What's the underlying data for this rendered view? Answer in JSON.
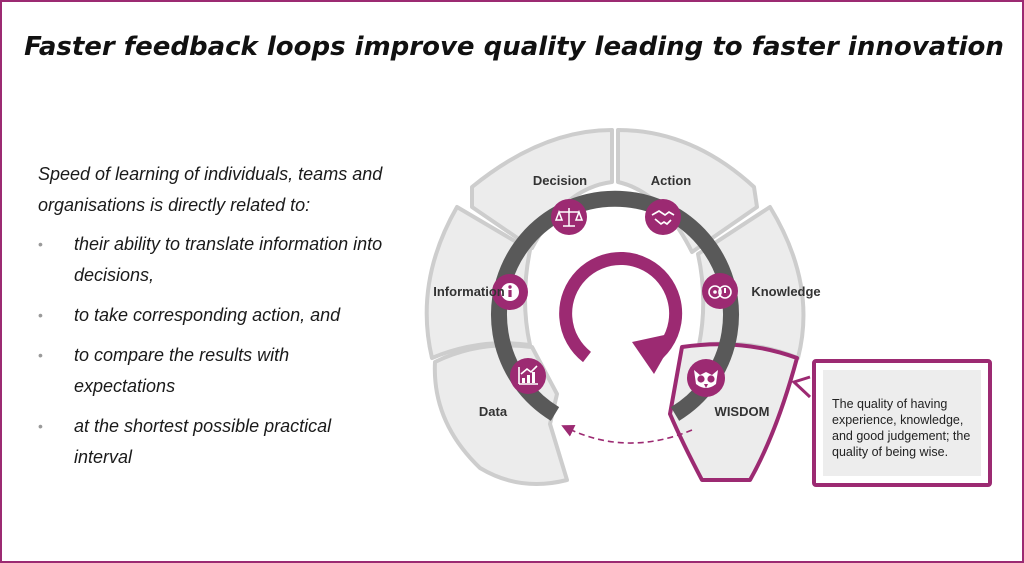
{
  "slide": {
    "title": "Faster feedback loops improve quality leading to faster innovation",
    "intro": "Speed of learning of individuals, teams and organisations is directly related to:",
    "bullet_marker": "•",
    "bullets": [
      "their ability to translate information into decisions,",
      "to take corresponding action, and",
      "to compare the results with expectations",
      "at the shortest possible practical interval"
    ]
  },
  "cycle": {
    "stages": [
      {
        "label": "Data",
        "icon": "chart-growth-icon"
      },
      {
        "label": "Information",
        "icon": "info-icon"
      },
      {
        "label": "Decision",
        "icon": "scales-icon"
      },
      {
        "label": "Action",
        "icon": "handshake-icon"
      },
      {
        "label": "Knowledge",
        "icon": "brain-gears-icon"
      },
      {
        "label": "WISDOM",
        "icon": "owl-icon"
      }
    ],
    "colors": {
      "accent": "#9c2a72",
      "segment_fill": "#ececec",
      "segment_stroke": "#cdcdcd",
      "ring": "#595959"
    }
  },
  "callout": {
    "text": "The quality of having experience, knowledge, and good judgement;  the quality of being wise."
  }
}
